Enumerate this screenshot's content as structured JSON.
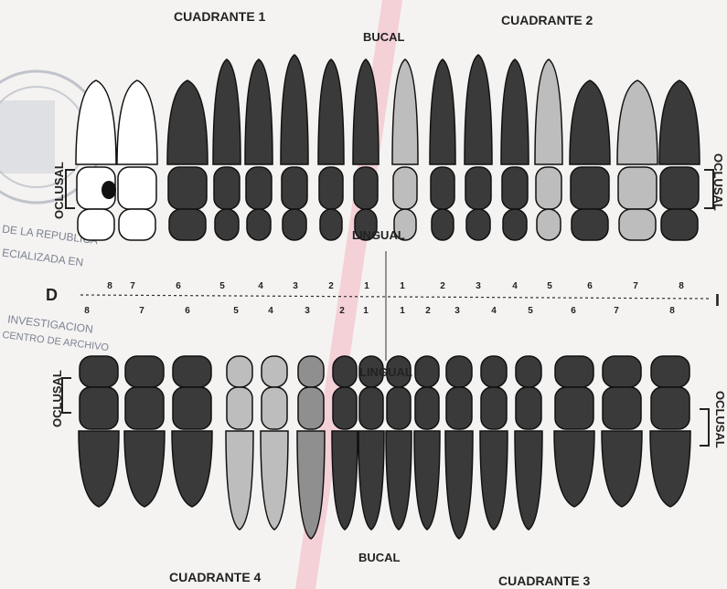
{
  "labels": {
    "quadrant_1": "CUADRANTE 1",
    "quadrant_2": "CUADRANTE 2",
    "quadrant_3": "CUADRANTE 3",
    "quadrant_4": "CUADRANTE 4",
    "bucal_top": "BUCAL",
    "bucal_bottom": "BUCAL",
    "lingual_top": "LINGUAL",
    "lingual_bottom": "LINGUAL",
    "oclusal": "OCLUSAL",
    "right_side": "D",
    "left_side": "I"
  },
  "stamp_text": [
    "DE LA REPUBLICA",
    "ECIALIZADA EN",
    "INVESTIGACION",
    "CENTRO DE ARCHIVO"
  ],
  "tooth_numbers": {
    "upper_row": [
      "8",
      "7",
      "6",
      "5",
      "4",
      "3",
      "2",
      "1",
      "1",
      "2",
      "3",
      "4",
      "5",
      "6",
      "7",
      "8"
    ],
    "lower_row": [
      "8",
      "7",
      "6",
      "5",
      "4",
      "3",
      "2",
      "1",
      "1",
      "2",
      "3",
      "4",
      "5",
      "6",
      "7",
      "8"
    ]
  },
  "upper_teeth": [
    {
      "number": "8",
      "type": "molar",
      "shade": "white",
      "note": "black spot"
    },
    {
      "number": "7",
      "type": "molar",
      "shade": "white"
    },
    {
      "number": "6",
      "type": "molar",
      "shade": "dark"
    },
    {
      "number": "5",
      "type": "premolar",
      "shade": "dark"
    },
    {
      "number": "4",
      "type": "premolar",
      "shade": "dark"
    },
    {
      "number": "3",
      "type": "canine",
      "shade": "dark"
    },
    {
      "number": "2",
      "type": "incisor",
      "shade": "dark"
    },
    {
      "number": "1",
      "type": "incisor",
      "shade": "dark"
    },
    {
      "number": "1",
      "type": "incisor",
      "shade": "light"
    },
    {
      "number": "2",
      "type": "incisor",
      "shade": "dark"
    },
    {
      "number": "3",
      "type": "canine",
      "shade": "dark"
    },
    {
      "number": "4",
      "type": "premolar",
      "shade": "dark"
    },
    {
      "number": "5",
      "type": "premolar",
      "shade": "light"
    },
    {
      "number": "6",
      "type": "molar",
      "shade": "dark"
    },
    {
      "number": "7",
      "type": "molar",
      "shade": "light"
    },
    {
      "number": "8",
      "type": "molar",
      "shade": "dark"
    }
  ],
  "lower_teeth": [
    {
      "number": "8",
      "type": "molar",
      "shade": "dark"
    },
    {
      "number": "7",
      "type": "molar",
      "shade": "dark"
    },
    {
      "number": "6",
      "type": "molar",
      "shade": "dark"
    },
    {
      "number": "5",
      "type": "premolar",
      "shade": "light"
    },
    {
      "number": "4",
      "type": "premolar",
      "shade": "light"
    },
    {
      "number": "3",
      "type": "canine",
      "shade": "medium"
    },
    {
      "number": "2",
      "type": "incisor",
      "shade": "dark"
    },
    {
      "number": "1",
      "type": "incisor",
      "shade": "dark"
    },
    {
      "number": "1",
      "type": "incisor",
      "shade": "dark"
    },
    {
      "number": "2",
      "type": "incisor",
      "shade": "dark"
    },
    {
      "number": "3",
      "type": "canine",
      "shade": "dark"
    },
    {
      "number": "4",
      "type": "premolar",
      "shade": "dark"
    },
    {
      "number": "5",
      "type": "premolar",
      "shade": "dark"
    },
    {
      "number": "6",
      "type": "molar",
      "shade": "dark"
    },
    {
      "number": "7",
      "type": "molar",
      "shade": "dark"
    },
    {
      "number": "8",
      "type": "molar",
      "shade": "dark"
    }
  ],
  "colors": {
    "white": "#ffffff",
    "light": "#bdbdbd",
    "medium": "#8f8f8f",
    "dark": "#3a3a3a",
    "outline": "#111111",
    "pink_stripe": "#f4a7b9",
    "stamp": "#9da3b3"
  }
}
